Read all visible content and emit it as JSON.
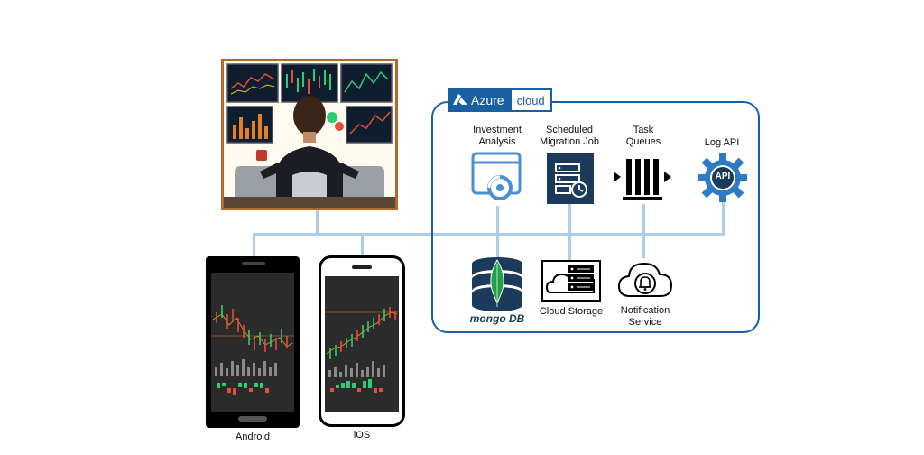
{
  "azure": {
    "brand": "Azure",
    "tag": "cloud"
  },
  "services": {
    "investment_analysis": "Investment\nAnalysis",
    "scheduled_migration_job": "Scheduled\nMigration Job",
    "task_queues": "Task\nQueues",
    "log_api": "Log API",
    "mongodb": "mongo DB",
    "cloud_storage": "Cloud Storage",
    "notification_service": "Notification\nService",
    "api_badge": "API"
  },
  "clients": {
    "android": "Android",
    "ios": "iOS"
  },
  "colors": {
    "azure_blue": "#1b5fa3",
    "connector": "#aecde8",
    "navy_icon": "#1b3a5c",
    "mongo_green": "#22a045",
    "trader_frame": "#b06a2e",
    "candle_up": "#2ecc71",
    "candle_down": "#e74c3c"
  }
}
